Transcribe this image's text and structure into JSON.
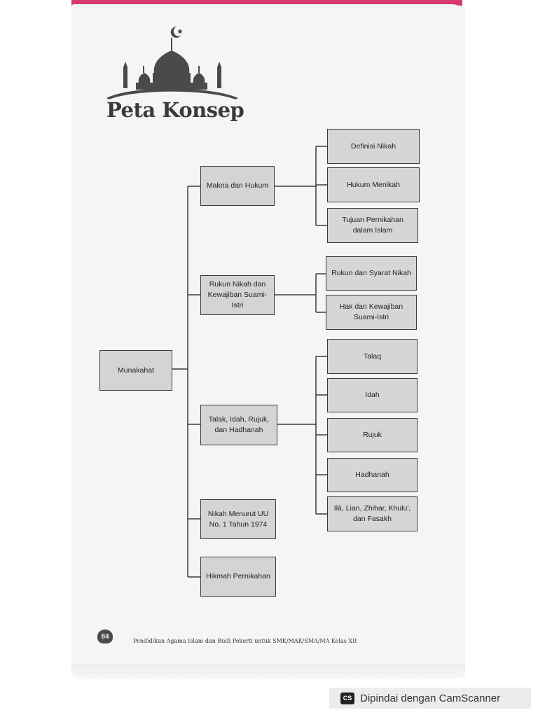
{
  "header": {
    "title": "Peta Konsep"
  },
  "diagram": {
    "root": "Munakahat",
    "branches": [
      {
        "label": "Makna dan Hukum",
        "children": [
          "Definisi Nikah",
          "Hukum Menikah",
          "Tujuan Pernikahan dalam Islam"
        ]
      },
      {
        "label": "Rukun Nikah dan Kewajiban Suami-Istri",
        "children": [
          "Rukun dan Syarat Nikah",
          "Hak dan Kewajiban Suami-Istri"
        ]
      },
      {
        "label": "Talak, Idah, Rujuk, dan Hadhanah",
        "children": [
          "Talaq",
          "Idah",
          "Rujuk",
          "Hadhanah",
          "Ilā, Lian, Zhihar, Khulu', dan Fasakh"
        ]
      },
      {
        "label": "Nikah Menurut UU No. 1 Tahun 1974",
        "children": []
      },
      {
        "label": "Hikmah Pernikahan",
        "children": []
      }
    ]
  },
  "footer": {
    "page_number": "84",
    "text": "Pendidikan Agama Islam dan Budi Pekerti untuk SMK/MAK/SMA/MA Kelas XII"
  },
  "watermark": {
    "logo": "CS",
    "text": "Dipindai dengan CamScanner"
  }
}
